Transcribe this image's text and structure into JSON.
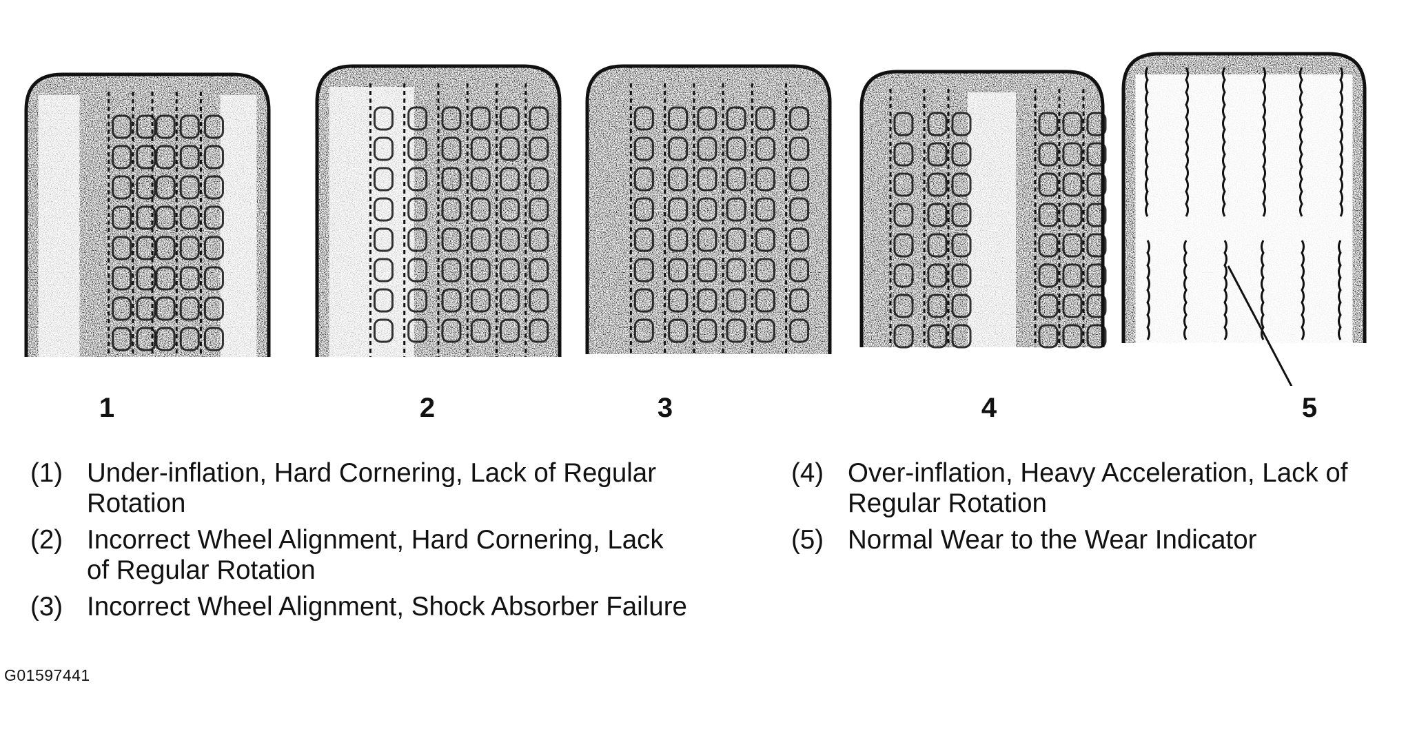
{
  "figure_id": "G01597441",
  "tires": [
    {
      "label": "1",
      "pattern": "shoulders-worn",
      "groove_columns": [
        0.34,
        0.44,
        0.52,
        0.62,
        0.72
      ]
    },
    {
      "label": "2",
      "pattern": "one-side-worn",
      "groove_columns": [
        0.22,
        0.36,
        0.5,
        0.62,
        0.74,
        0.86
      ]
    },
    {
      "label": "3",
      "pattern": "cupped",
      "groove_columns": [
        0.18,
        0.32,
        0.44,
        0.56,
        0.68,
        0.82
      ]
    },
    {
      "label": "4",
      "pattern": "center-worn",
      "groove_columns": [
        0.12,
        0.26,
        0.36,
        0.72,
        0.82,
        0.92
      ]
    },
    {
      "label": "5",
      "pattern": "wear-indicator",
      "groove_columns": [
        0.1,
        0.26,
        0.42,
        0.58,
        0.74,
        0.9
      ]
    }
  ],
  "legend": {
    "left": [
      {
        "num": "(1)",
        "text": "Under-inflation, Hard Cornering, Lack of Regular Rotation"
      },
      {
        "num": "(2)",
        "text": "Incorrect Wheel Alignment, Hard Cornering, Lack of Regular Rotation"
      },
      {
        "num": "(3)",
        "text": "Incorrect Wheel Alignment, Shock Absorber Failure"
      }
    ],
    "right": [
      {
        "num": "(4)",
        "text": "Over-inflation, Heavy Acceleration, Lack of Regular Rotation"
      },
      {
        "num": "(5)",
        "text": "Normal Wear to the Wear Indicator"
      }
    ]
  }
}
